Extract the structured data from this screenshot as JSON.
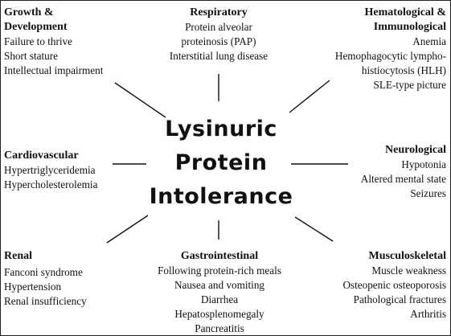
{
  "title": {
    "line1": "Lysinuric",
    "line2": "Protein",
    "line3": "Intolerance"
  },
  "categories": {
    "growth": {
      "heading": [
        "Growth &",
        "Development"
      ],
      "items": [
        "Failure to thrive",
        "Short stature",
        "Intellectual impairment"
      ]
    },
    "respiratory": {
      "heading": [
        "Respiratory"
      ],
      "items": [
        "Protein alveolar",
        "proteinosis (PAP)",
        "Interstitial lung disease"
      ]
    },
    "hematological": {
      "heading": [
        "Hematological &",
        "Immunological"
      ],
      "items": [
        "Anemia",
        "Hemophagocytic lympho-",
        "histiocytosis (HLH)",
        "SLE-type picture"
      ]
    },
    "cardiovascular": {
      "heading": [
        "Cardiovascular"
      ],
      "items": [
        "Hypertriglyceridemia",
        "Hypercholesterolemia"
      ]
    },
    "neurological": {
      "heading": [
        "Neurological"
      ],
      "items": [
        "Hypotonia",
        "Altered mental state",
        "Seizures"
      ]
    },
    "renal": {
      "heading": [
        "Renal"
      ],
      "items": [
        "Fanconi syndrome",
        "Hypertension",
        "Renal insufficiency"
      ]
    },
    "gastrointestinal": {
      "heading": [
        "Gastrointestinal"
      ],
      "items": [
        "Following protein-rich meals",
        "Nausea and vomiting",
        "Diarrhea",
        "Hepatosplenomegaly",
        "Pancreatitis"
      ]
    },
    "musculoskeletal": {
      "heading": [
        "Musculoskeletal"
      ],
      "items": [
        "Muscle weakness",
        "Osteopenic osteoporosis",
        "Pathological fractures",
        "Arthritis"
      ]
    }
  }
}
